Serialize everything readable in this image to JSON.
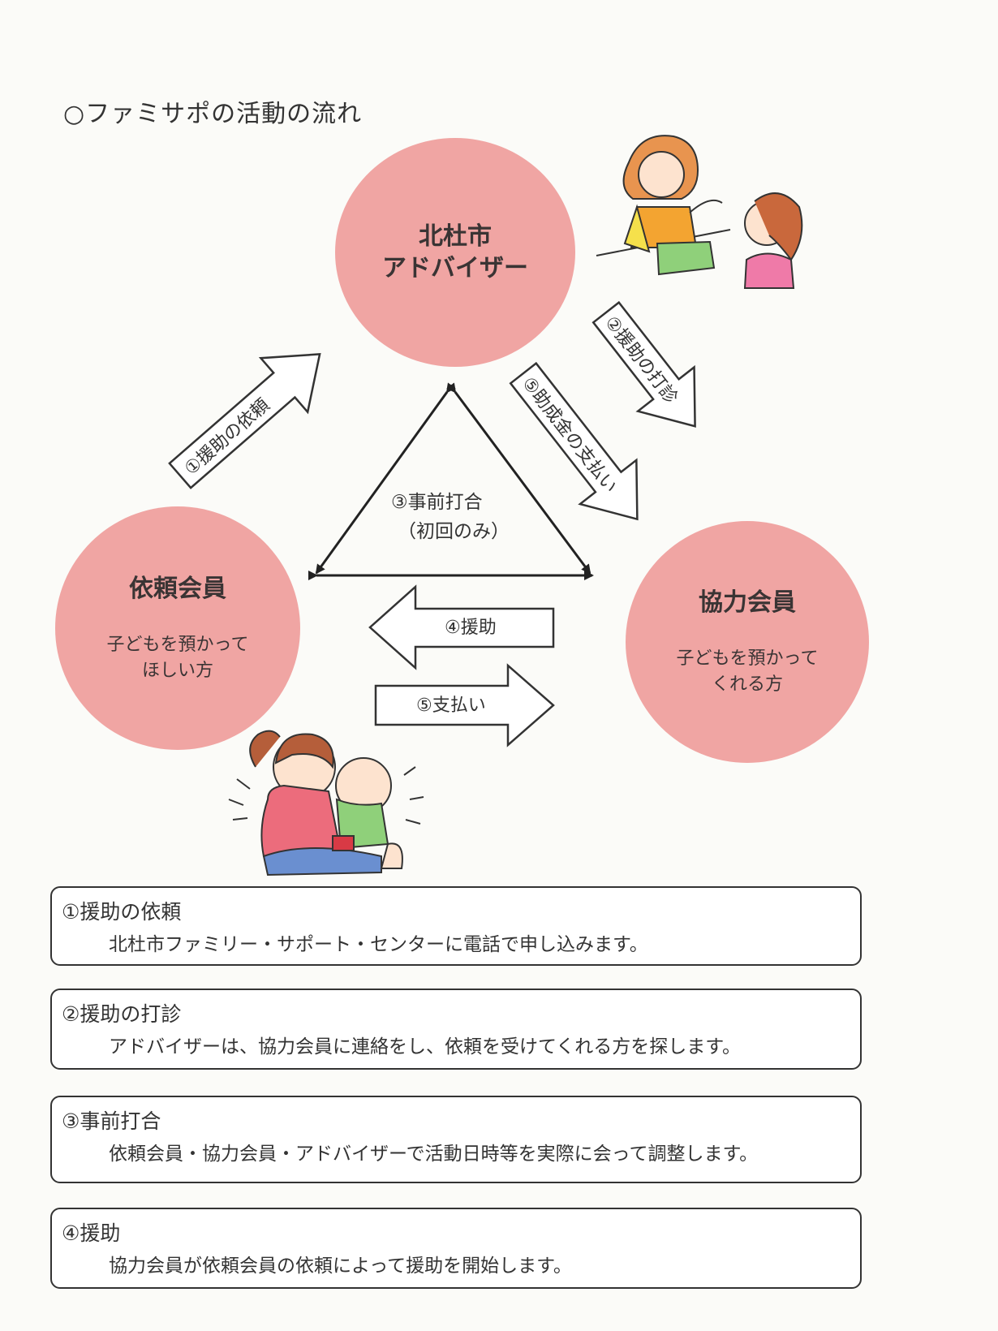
{
  "title": "○ファミサポの活動の流れ",
  "nodes": {
    "advisor": {
      "name": "北杜市\nアドバイザー"
    },
    "client": {
      "name": "依頼会員",
      "description": "子どもを預かって\nほしい方"
    },
    "provider": {
      "name": "協力会員",
      "description": "子どもを預かって\nくれる方"
    }
  },
  "arrows": {
    "a1": "①援助の依頼",
    "a2": "②援助の打診",
    "a5_subsidy": "⑤助成金の支払い",
    "a3_line1": "③事前打合",
    "a3_line2": "（初回のみ）",
    "a4": "④援助",
    "a5_payment": "⑤支払い"
  },
  "steps": [
    {
      "title": "①援助の依頼",
      "text": "北杜市ファミリー・サポート・センターに電話で申し込みます。"
    },
    {
      "title": "②援助の打診",
      "text": "アドバイザーは、協力会員に連絡をし、依頼を受けてくれる方を探します。"
    },
    {
      "title": "③事前打合",
      "text": "依頼会員・協力会員・アドバイザーで活動日時等を実際に会って調整します。"
    },
    {
      "title": "④援助",
      "text": "協力会員が依頼会員の依頼によって援助を開始します。"
    }
  ],
  "colors": {
    "circle": "#f0a5a3",
    "stroke": "#333333",
    "orange": "#f3a431",
    "green": "#8fd07a"
  }
}
